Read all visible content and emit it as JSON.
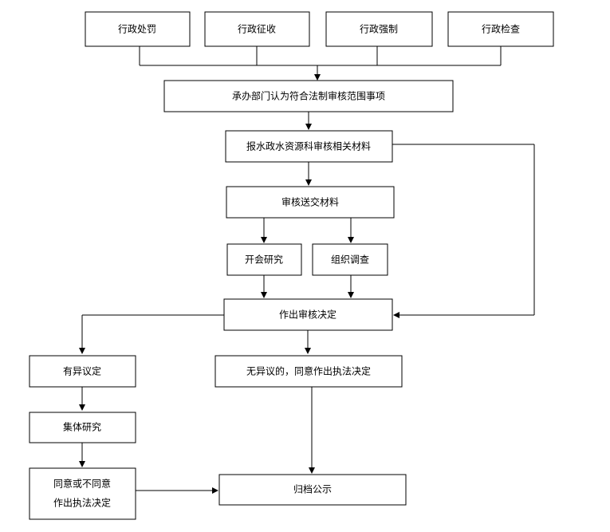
{
  "nodes": {
    "penalty": "行政处罚",
    "levy": "行政征收",
    "enforcement": "行政强制",
    "inspection": "行政检查",
    "undertake": "承办部门认为符合法制审核范围事项",
    "submit": "报水政水资源科审核相关材料",
    "review_materials": "审核送交材料",
    "meeting": "开会研究",
    "investigate": "组织调查",
    "decision": "作出审核决定",
    "objection": "有异议定",
    "collective": "集体研究",
    "agree_line1": "同意或不同意",
    "agree_line2": "作出执法决定",
    "no_objection": "无异议的，同意作出执法决定",
    "archive": "归档公示"
  }
}
